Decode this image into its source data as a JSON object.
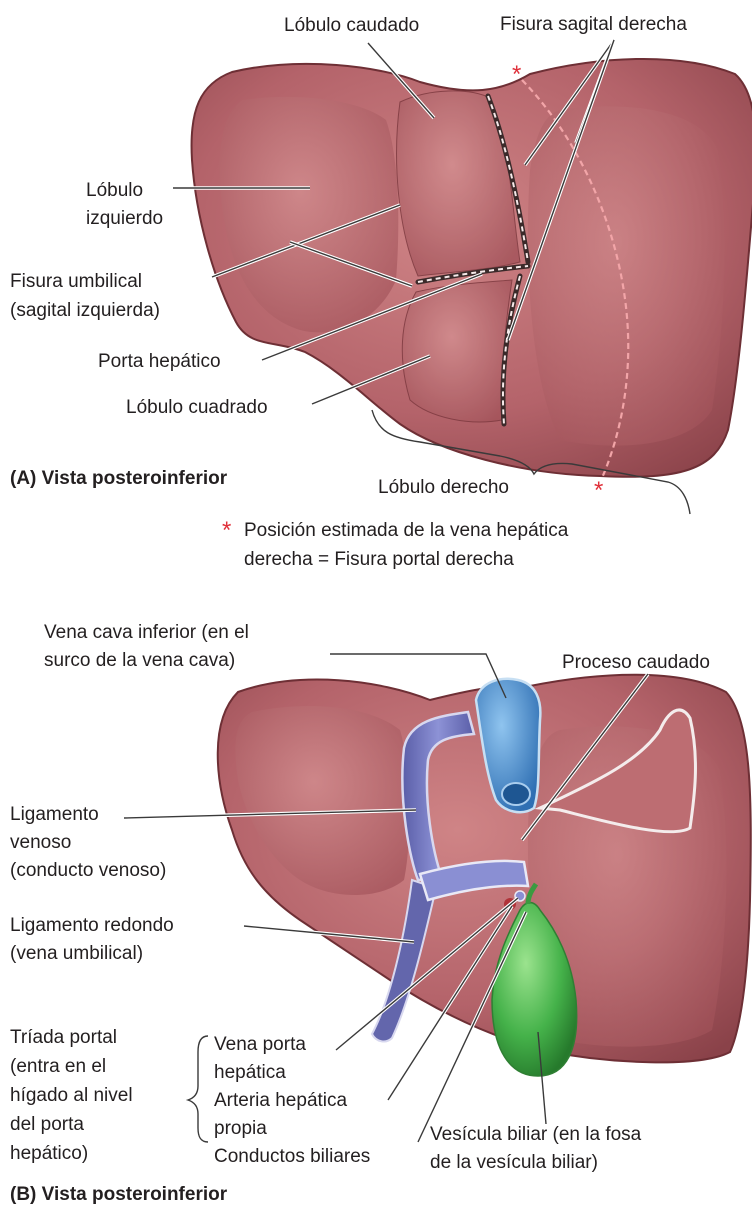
{
  "panel_a": {
    "labels": {
      "caudate_lobe": "Lóbulo caudado",
      "right_sagittal_fissure": "Fisura sagital derecha",
      "left_lobe_1": "Lóbulo",
      "left_lobe_2": "izquierdo",
      "umbilical_fissure_1": "Fisura umbilical",
      "umbilical_fissure_2": "(sagital izquierda)",
      "porta_hepatis": "Porta hepático",
      "quadrate_lobe": "Lóbulo cuadrado",
      "right_lobe": "Lóbulo derecho"
    },
    "title": "(A) Vista posteroinferior",
    "note_star": "*",
    "note_line_1": "Posición estimada de la vena hepática",
    "note_line_2": "derecha = Fisura portal derecha"
  },
  "panel_b": {
    "labels": {
      "ivc_1": "Vena cava inferior (en el",
      "ivc_2": "surco de la vena cava)",
      "caudate_process": "Proceso caudado",
      "ligamentum_venosum_1": "Ligamento",
      "ligamentum_venosum_2": "venoso",
      "ligamentum_venosum_3": "(conducto venoso)",
      "round_ligament_1": "Ligamento redondo",
      "round_ligament_2": "(vena umbilical)",
      "portal_triad_1": "Tríada portal",
      "portal_triad_2": "(entra en el",
      "portal_triad_3": "hígado al nivel",
      "portal_triad_4": "del porta",
      "portal_triad_5": "hepático)",
      "portal_vein_1": "Vena porta",
      "portal_vein_2": "hepática",
      "hepatic_artery_1": "Arteria hepática",
      "hepatic_artery_2": "propia",
      "bile_ducts": "Conductos biliares",
      "gallbladder_1": "Vesícula biliar (en la fosa",
      "gallbladder_2": "de la vesícula biliar)"
    },
    "title": "(B) Vista posteroinferior"
  },
  "colors": {
    "liver": "#b05a5e",
    "liver_light": "#cf8486",
    "liver_dark": "#7e3a40",
    "ivc_blue": "#3f8ccf",
    "portal_purple": "#7a7fc4",
    "gallbladder_green": "#45b24a",
    "marker_red": "#e0303a"
  }
}
